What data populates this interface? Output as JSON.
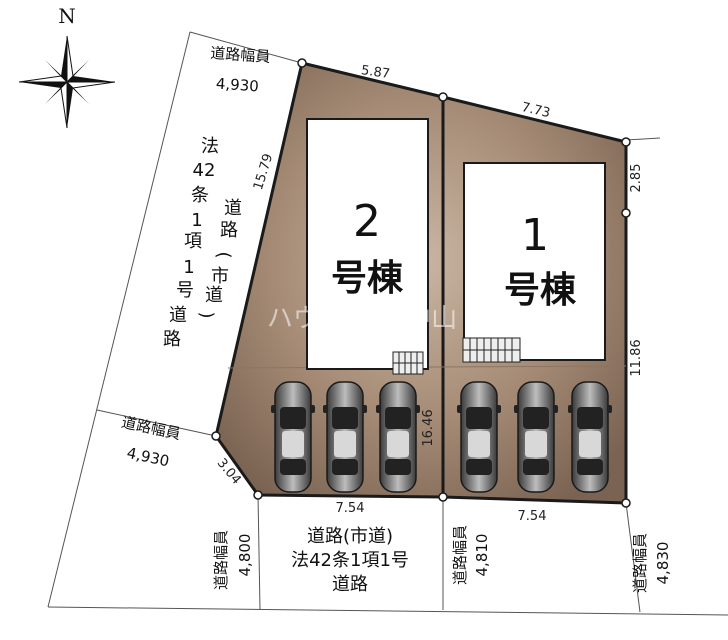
{
  "compass": {
    "label": "N"
  },
  "lots": [
    {
      "number": "2",
      "name": "号棟"
    },
    {
      "number": "1",
      "name": "号棟"
    }
  ],
  "dimensions": {
    "top_left": "5.87",
    "top_right": "7.73",
    "right_upper": "2.85",
    "right_lower": "11.86",
    "left": "15.79",
    "divider": "16.46",
    "corner": "3.04",
    "bottom_left": "7.54",
    "bottom_right": "7.54"
  },
  "roads": {
    "left_road": [
      "法",
      "42",
      "条",
      "1",
      "項",
      "1",
      "号",
      "道",
      "路",
      "(",
      "市",
      "道",
      ")"
    ],
    "bottom_road": [
      "道路(市道)",
      "法42条1項1号",
      "道路"
    ]
  },
  "road_widths": {
    "label": "道路幅員",
    "top_left": "4,930",
    "mid_left": "4,930",
    "bottom_1": "4,800",
    "bottom_2": "4,810",
    "bottom_3": "4,830"
  },
  "watermark": "ハウスドゥ 中山"
}
